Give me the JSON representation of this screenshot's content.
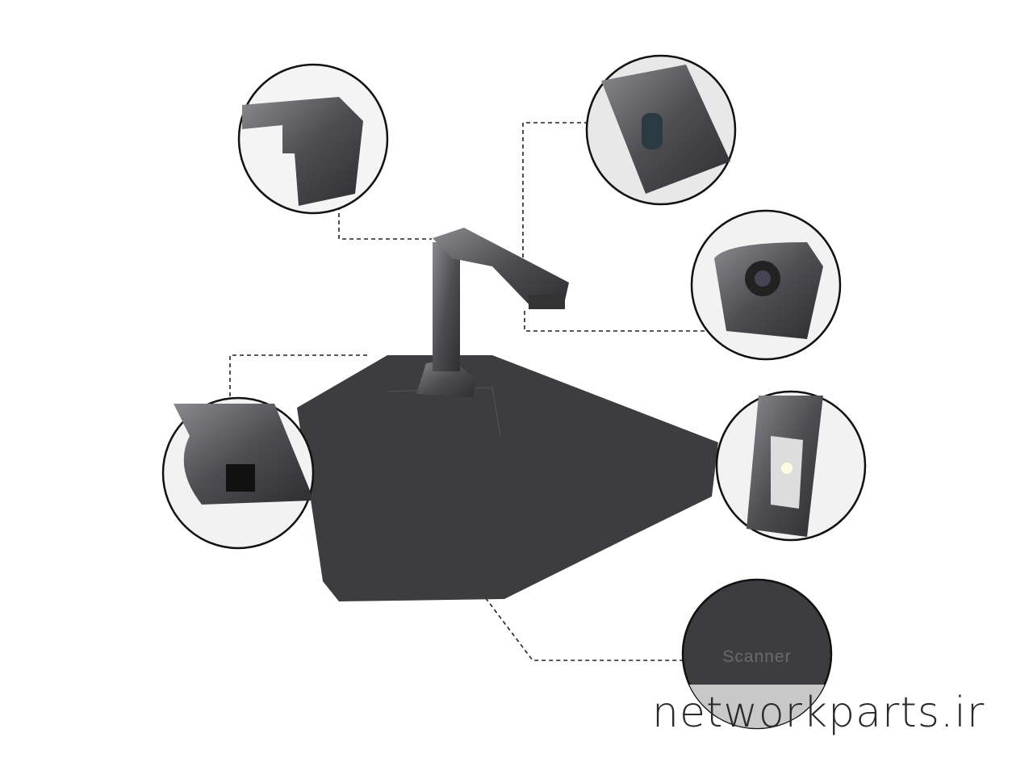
{
  "product": {
    "mat_label": "Scanner",
    "watermark": "networkparts.ir"
  },
  "callouts": [
    {
      "name": "arm-hinge-detail"
    },
    {
      "name": "arm-button-detail"
    },
    {
      "name": "camera-lens-detail"
    },
    {
      "name": "usb-port-detail"
    },
    {
      "name": "led-light-detail"
    },
    {
      "name": "mat-label-detail"
    }
  ],
  "colors": {
    "background": "#ffffff",
    "mat": "#3b3b3d",
    "metal": "#5a5a5e",
    "watermark": "#2a2a2a"
  }
}
